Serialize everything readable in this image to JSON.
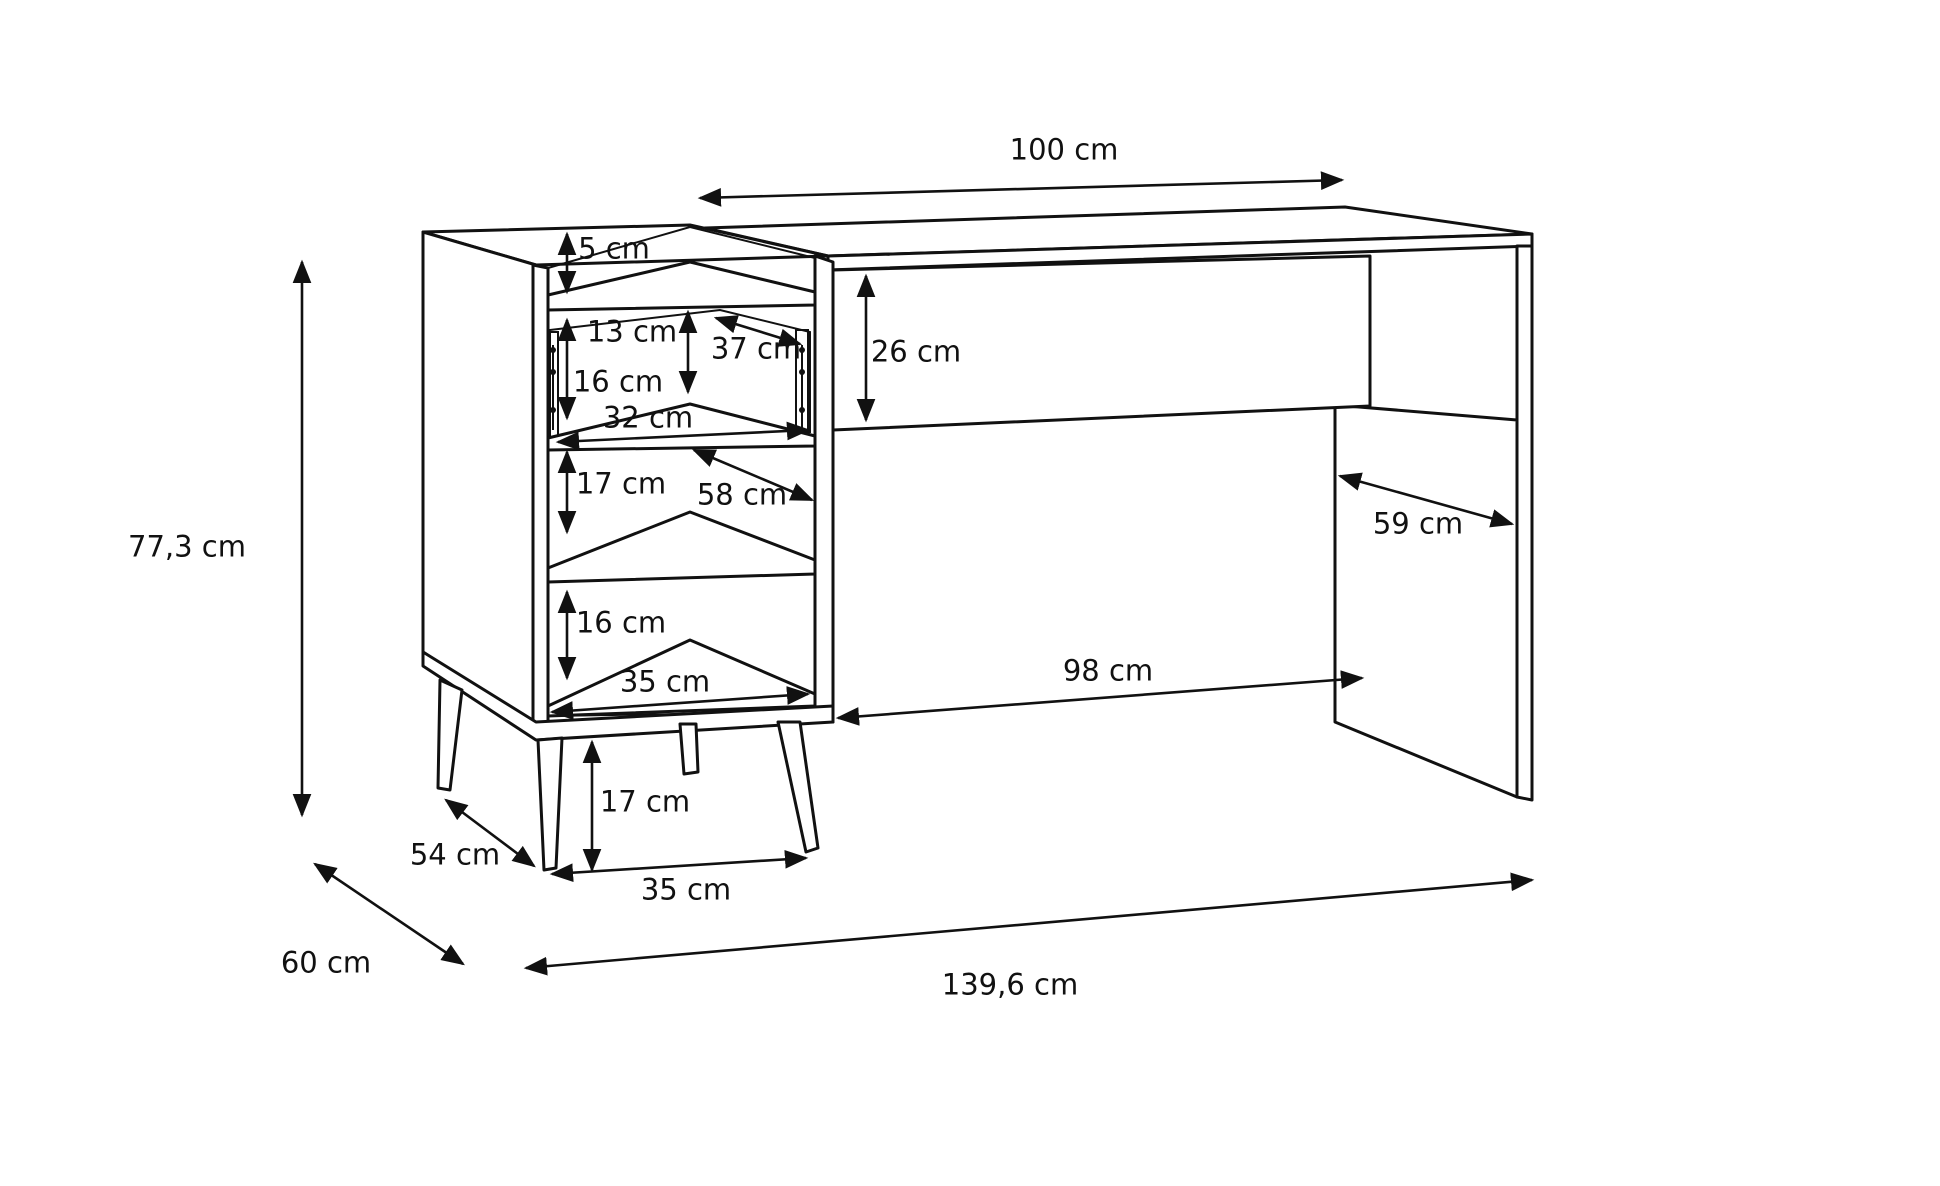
{
  "diagram": {
    "labels": {
      "top_width": "100 cm",
      "cabinet_top_gap": "5 cm",
      "drawer_height_13": "13 cm",
      "drawer_depth_37": "37 cm",
      "drawer_height_16": "16 cm",
      "drawer_width_32": "32 cm",
      "apron_height": "26 cm",
      "shelf_height_17": "17 cm",
      "cabinet_depth_58": "58 cm",
      "desk_depth_59": "59 cm",
      "shelf_height_16": "16 cm",
      "inner_width_35": "35 cm",
      "knee_width_98": "98 cm",
      "total_height": "77,3 cm",
      "leg_height": "17 cm",
      "leg_depth_54": "54 cm",
      "leg_width_35": "35 cm",
      "total_depth": "60 cm",
      "total_width": "139,6 cm"
    },
    "colors": {
      "line": "#111111",
      "background": "#ffffff"
    }
  }
}
